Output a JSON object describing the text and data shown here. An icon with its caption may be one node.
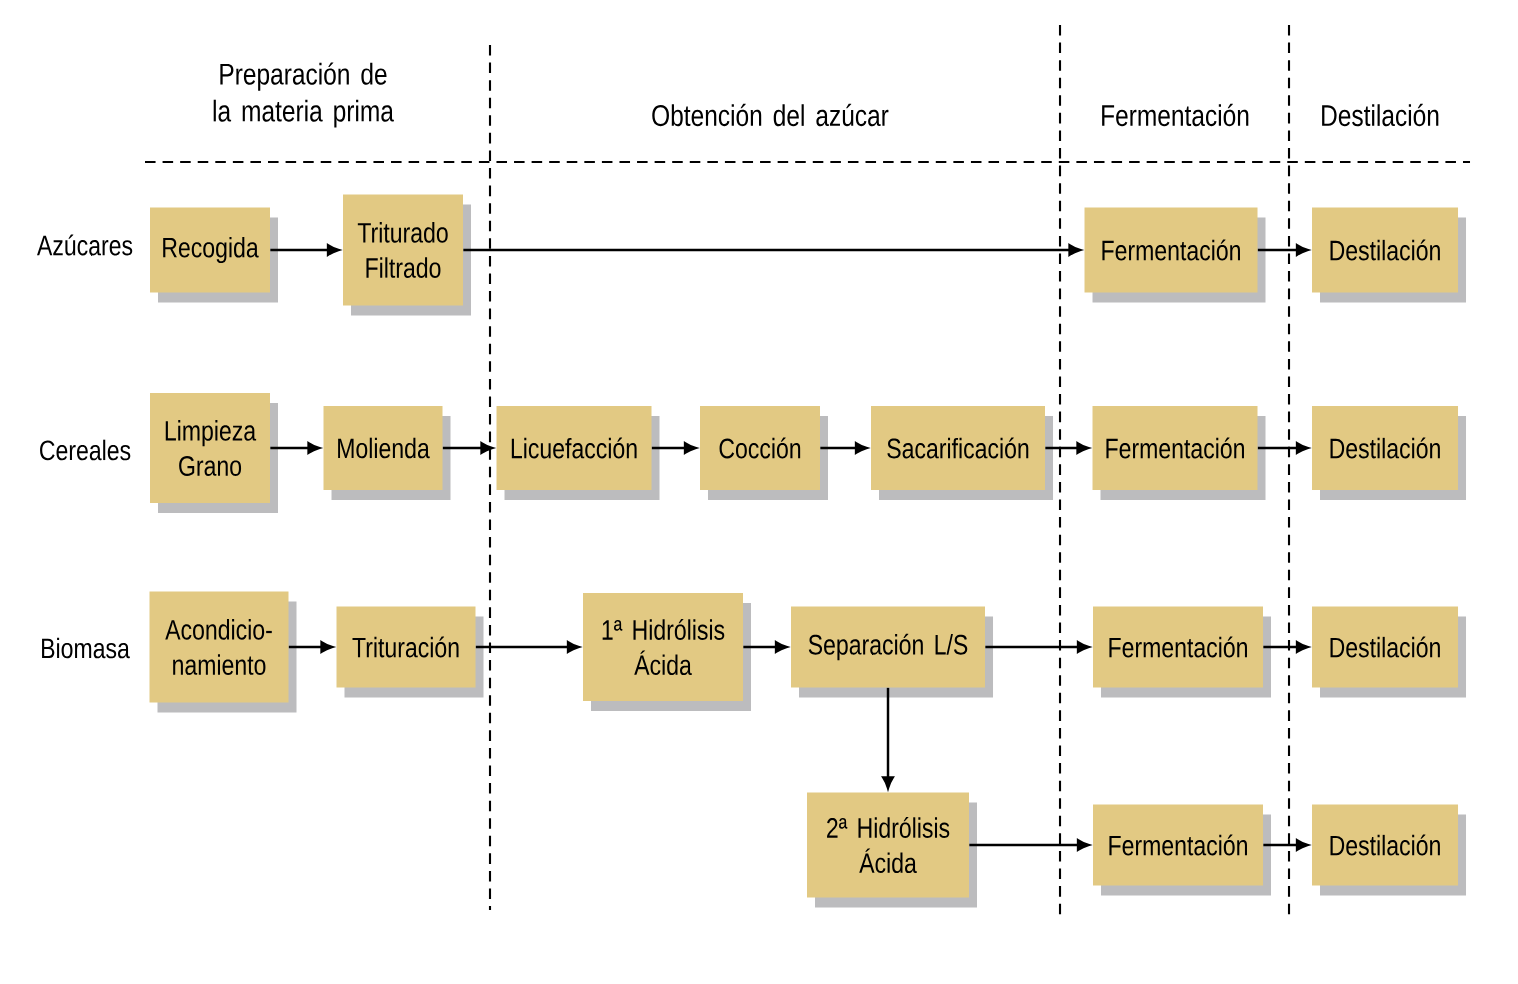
{
  "diagram": {
    "nodes": [
      {
        "text": [
          "Recogida"
        ]
      },
      {
        "text": [
          "Triturado Filtrado"
        ]
      },
      {
        "text": [
          "Fermentación"
        ]
      },
      {
        "text": [
          "Destilación"
        ]
      },
      {
        "text": [
          "Limpieza Grano"
        ]
      },
      {
        "text": [
          "Molienda"
        ]
      },
      {
        "text": [
          "Licuefacción"
        ]
      },
      {
        "text": [
          "Cocción"
        ]
      },
      {
        "text": [
          "Sacarificación"
        ]
      },
      {
        "text": [
          "Fermentación"
        ]
      },
      {
        "text": [
          "Destilación"
        ]
      },
      {
        "text": [
          "Acondicio- namiento"
        ]
      },
      {
        "text": [
          "Trituración"
        ]
      },
      {
        "text": [
          "1ª Hidrólisis Ácida"
        ]
      },
      {
        "text": [
          "Separación L/S"
        ]
      },
      {
        "text": [
          "Fermentación"
        ]
      },
      {
        "text": [
          "Destilación"
        ]
      },
      {
        "text": [
          "2ª Hidrólisis Ácida"
        ]
      },
      {
        "text": [
          "Fermentación"
        ]
      },
      {
        "text": [
          "Destilación"
        ]
      }
    ],
    "edges": [
      {
        "from": 0,
        "to": 1,
        "arrow": "to"
      },
      {
        "from": 1,
        "to": 2,
        "arrow": "to"
      },
      {
        "from": 2,
        "to": 3,
        "arrow": "to"
      },
      {
        "from": 4,
        "to": 5,
        "arrow": "to"
      },
      {
        "from": 5,
        "to": 6,
        "arrow": "to"
      },
      {
        "from": 6,
        "to": 7,
        "arrow": "to"
      },
      {
        "from": 7,
        "to": 8,
        "arrow": "to"
      },
      {
        "from": 8,
        "to": 9,
        "arrow": "to"
      },
      {
        "from": 9,
        "to": 10,
        "arrow": "to"
      },
      {
        "from": 11,
        "to": 12,
        "arrow": "to"
      },
      {
        "from": 12,
        "to": 13,
        "arrow": "to"
      },
      {
        "from": 13,
        "to": 14,
        "arrow": "to"
      },
      {
        "from": 14,
        "to": 15,
        "arrow": "to"
      },
      {
        "from": 15,
        "to": 16,
        "arrow": "to"
      },
      {
        "from": 14,
        "to": 17,
        "arrow": "to"
      },
      {
        "from": 17,
        "to": 18,
        "arrow": "to"
      },
      {
        "from": 18,
        "to": 19,
        "arrow": "to"
      }
    ],
    "labels": [
      "Preparación de la materia prima",
      "Obtención del azúcar",
      "Fermentación",
      "Destilación",
      "Azúcares",
      "Cereales",
      "Biomasa"
    ]
  }
}
